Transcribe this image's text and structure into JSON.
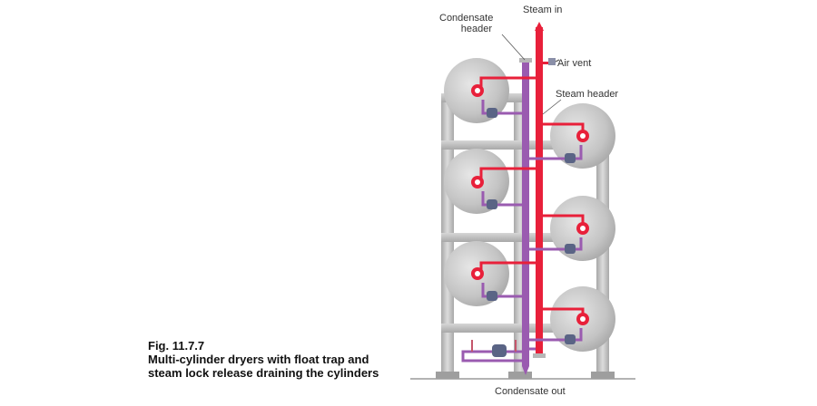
{
  "labels": {
    "steam_in": "Steam in",
    "condensate_header_line1": "Condensate",
    "condensate_header_line2": "header",
    "air_vent": "Air vent",
    "steam_header": "Steam header",
    "condensate_out": "Condensate out"
  },
  "caption": {
    "figure": "Fig. 11.7.7",
    "line1": "Multi-cylinder dryers with float trap and",
    "line2": "steam lock release draining the cylinders"
  },
  "colors": {
    "steam": "#e8203a",
    "condensate": "#9a5bb0",
    "cylinder": "#c7c7c7",
    "frame": "#bdbdbd"
  }
}
